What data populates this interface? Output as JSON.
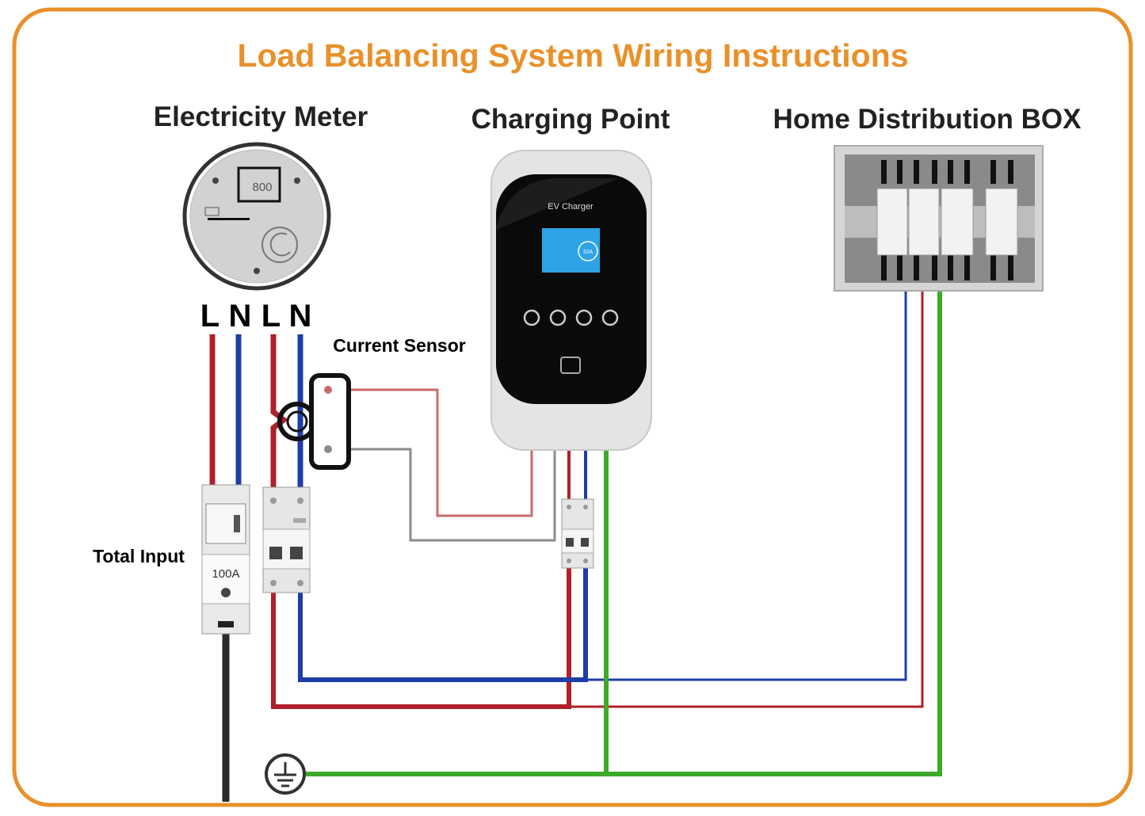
{
  "title": "Load Balancing System Wiring Instructions",
  "headers": {
    "meter": "Electricity Meter",
    "charger": "Charging Point",
    "box": "Home Distribution BOX"
  },
  "meter_display": "800",
  "terminals": [
    "L",
    "N",
    "L",
    "N"
  ],
  "labels": {
    "current_sensor": "Current Sensor",
    "total_input": "Total Input",
    "breaker_rating": "100A",
    "charger_brand": "EV Charger",
    "charger_current": "32A"
  },
  "colors": {
    "border": "#E8912A",
    "title": "#E8912A",
    "live": "#B0202A",
    "neutral": "#1E3DA8",
    "earth": "#3CAA28",
    "sensor_live": "#C96A6A",
    "sensor_return": "#8C8C8C"
  }
}
